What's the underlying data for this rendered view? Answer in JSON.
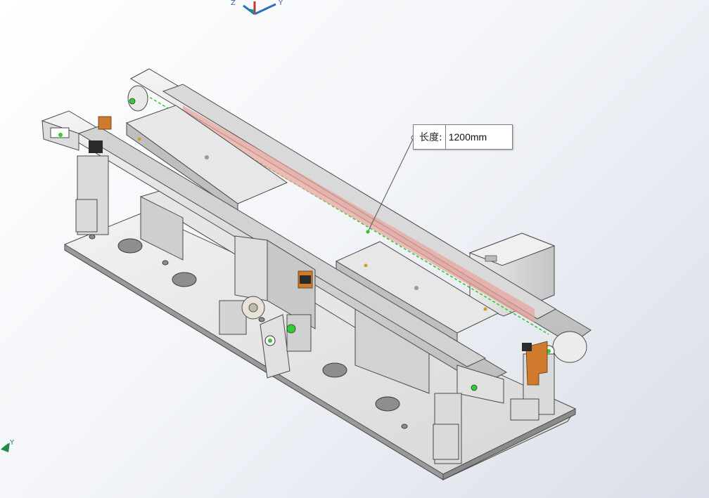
{
  "dimension": {
    "label": "长度:",
    "value": "1200mm"
  },
  "triad": {
    "top_axes": [
      "Z",
      "Y"
    ],
    "bottom_axis": "Y"
  },
  "colors": {
    "background": "#eef1f6",
    "metal": "#d8d8d8",
    "edge": "#4a4a4a",
    "belt": "#e8a39a",
    "highlight": "#22cc22",
    "bracket": "#d07a2e"
  }
}
